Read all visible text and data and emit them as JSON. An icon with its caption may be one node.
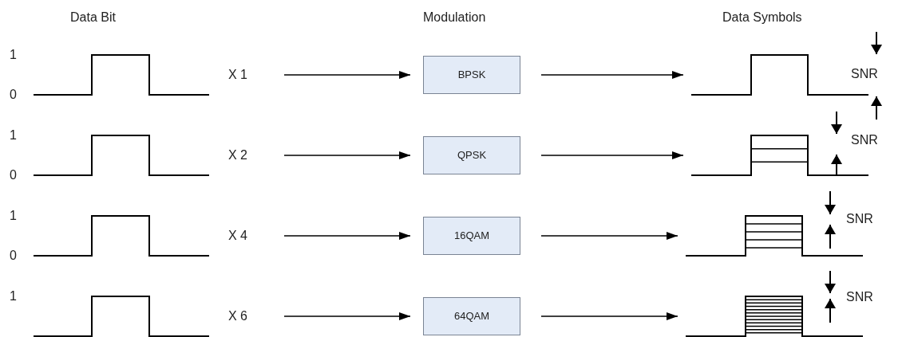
{
  "diagram": {
    "nodes": [
      {
        "text": [
          "X 1"
        ]
      },
      {
        "text": [
          "BPSK"
        ]
      },
      {
        "text": [],
        "shape": "picture"
      },
      {
        "text": [
          "X 2"
        ]
      },
      {
        "text": [
          "QPSK"
        ]
      },
      {
        "text": [],
        "shape": "picture"
      },
      {
        "text": [
          "X 4"
        ]
      },
      {
        "text": [
          "16QAM"
        ]
      },
      {
        "text": [],
        "shape": "picture"
      },
      {
        "text": [
          "X 6"
        ]
      },
      {
        "text": [
          "64QAM"
        ]
      },
      {
        "text": [],
        "shape": "picture"
      }
    ],
    "edges": [
      {
        "from": 0,
        "to": 1,
        "arrow": "to"
      },
      {
        "from": 1,
        "to": 2,
        "arrow": "to"
      },
      {
        "from": 3,
        "to": 4,
        "arrow": "to"
      },
      {
        "from": 4,
        "to": 5,
        "arrow": "to"
      },
      {
        "from": 6,
        "to": 7,
        "arrow": "to"
      },
      {
        "from": 7,
        "to": 8,
        "arrow": "to"
      },
      {
        "from": 9,
        "to": 10,
        "arrow": "to"
      },
      {
        "from": 10,
        "to": 11,
        "arrow": "to"
      }
    ],
    "labels": [
      "Data Bit",
      "Modulation",
      "Data Symbols",
      "1",
      "0",
      "SNR",
      "1",
      "0",
      "SNR",
      "1",
      "0",
      "SNR",
      "1",
      "SNR"
    ]
  }
}
